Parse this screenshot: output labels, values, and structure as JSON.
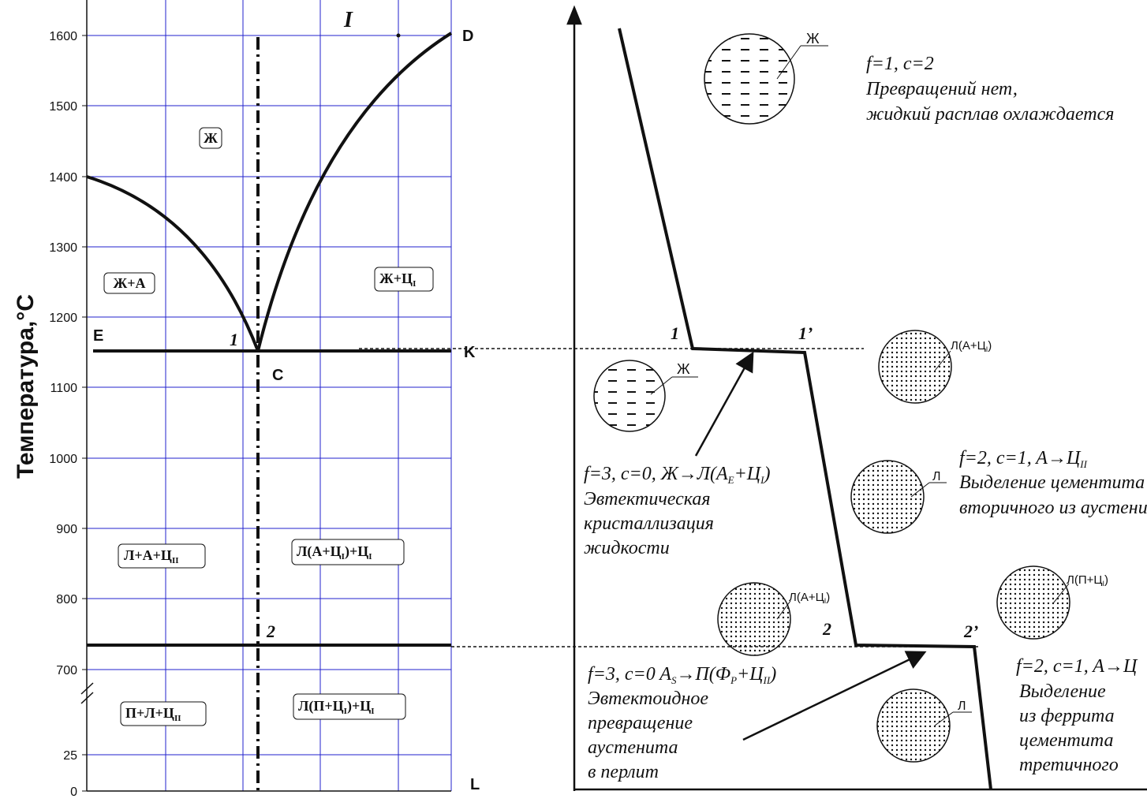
{
  "left_diagram": {
    "y_axis_label": "Температура,°С",
    "roman_label": "I",
    "y_ticks": [
      "1600",
      "1500",
      "1400",
      "1300",
      "1200",
      "1100",
      "1000",
      "900",
      "800",
      "700",
      "25",
      "0"
    ],
    "points": {
      "D": "D",
      "E": "E",
      "K": "K",
      "C": "C",
      "L": "L",
      "one": "1",
      "two": "2"
    },
    "regions": {
      "liquid": "Ж",
      "liq_aust": "Ж+А",
      "liq_cem": "Ж+Ц",
      "liq_cem_sub": "I",
      "lab_a_c_main": "Л+А+Ц",
      "lab_a_c_sub": "II",
      "led_right_a": "Л(А+Ц",
      "led_right_a_sub": "I",
      "led_right_b": ")+Ц",
      "led_right_b_sub": "I",
      "pearl_left_main": "П+Л+Ц",
      "pearl_left_sub": "II",
      "pearl_right_a": "Л(П+Ц",
      "pearl_right_a_sub": "I",
      "pearl_right_b": ")+Ц",
      "pearl_right_b_sub": "I"
    }
  },
  "right_diagram": {
    "points": {
      "p1": "1",
      "p1p": "1’",
      "p2": "2",
      "p2p": "2’"
    },
    "phase_labels": {
      "liq_top": "Ж",
      "liq_mid": "Ж",
      "led_a_c1": "Л(А+Ц",
      "led_a_c1_sub": "I",
      "led": "Л",
      "led_a_c2": "Л(А+Ц",
      "led_a_c2_sub": "I",
      "led_p_c": "Л(П+Ц",
      "led_p_c_sub": "I",
      "led_bottom": "Л"
    },
    "notes": {
      "n1_line1": "f=1, c=2",
      "n1_line2": "Превращений нет,",
      "n1_line3": "жидкий расплав охлаждается",
      "n2_line1_a": "f=3, c=0, Ж→Л(А",
      "n2_line1_sub1": "Е",
      "n2_line1_b": "+Ц",
      "n2_line1_sub2": "I",
      "n2_line1_c": ")",
      "n2_line2": "Эвтектическая",
      "n2_line3": "кристаллизация",
      "n2_line4": "жидкости",
      "n3_line1_a": "f=2, c=1, A→Ц",
      "n3_line1_sub": "II",
      "n3_line2": "Выделение цементита",
      "n3_line3": "вторичного из аустенита",
      "n4_line1_a": "f=3, c=0 A",
      "n4_line1_sub1": "S",
      "n4_line1_b": "→П(Ф",
      "n4_line1_sub2": "P",
      "n4_line1_c": "+Ц",
      "n4_line1_sub3": "II",
      "n4_line1_d": ")",
      "n4_line2": "Эвтектоидное",
      "n4_line3": "превращение",
      "n4_line4": "аустенита",
      "n4_line5": "в перлит",
      "n5_line1": "f=2, c=1, A→Ц",
      "n5_line2": "Выделение",
      "n5_line3": "из феррита",
      "n5_line4": "цементита",
      "n5_line5": "третичного"
    }
  },
  "colors": {
    "grid": "#2222cc",
    "ink": "#111111"
  }
}
